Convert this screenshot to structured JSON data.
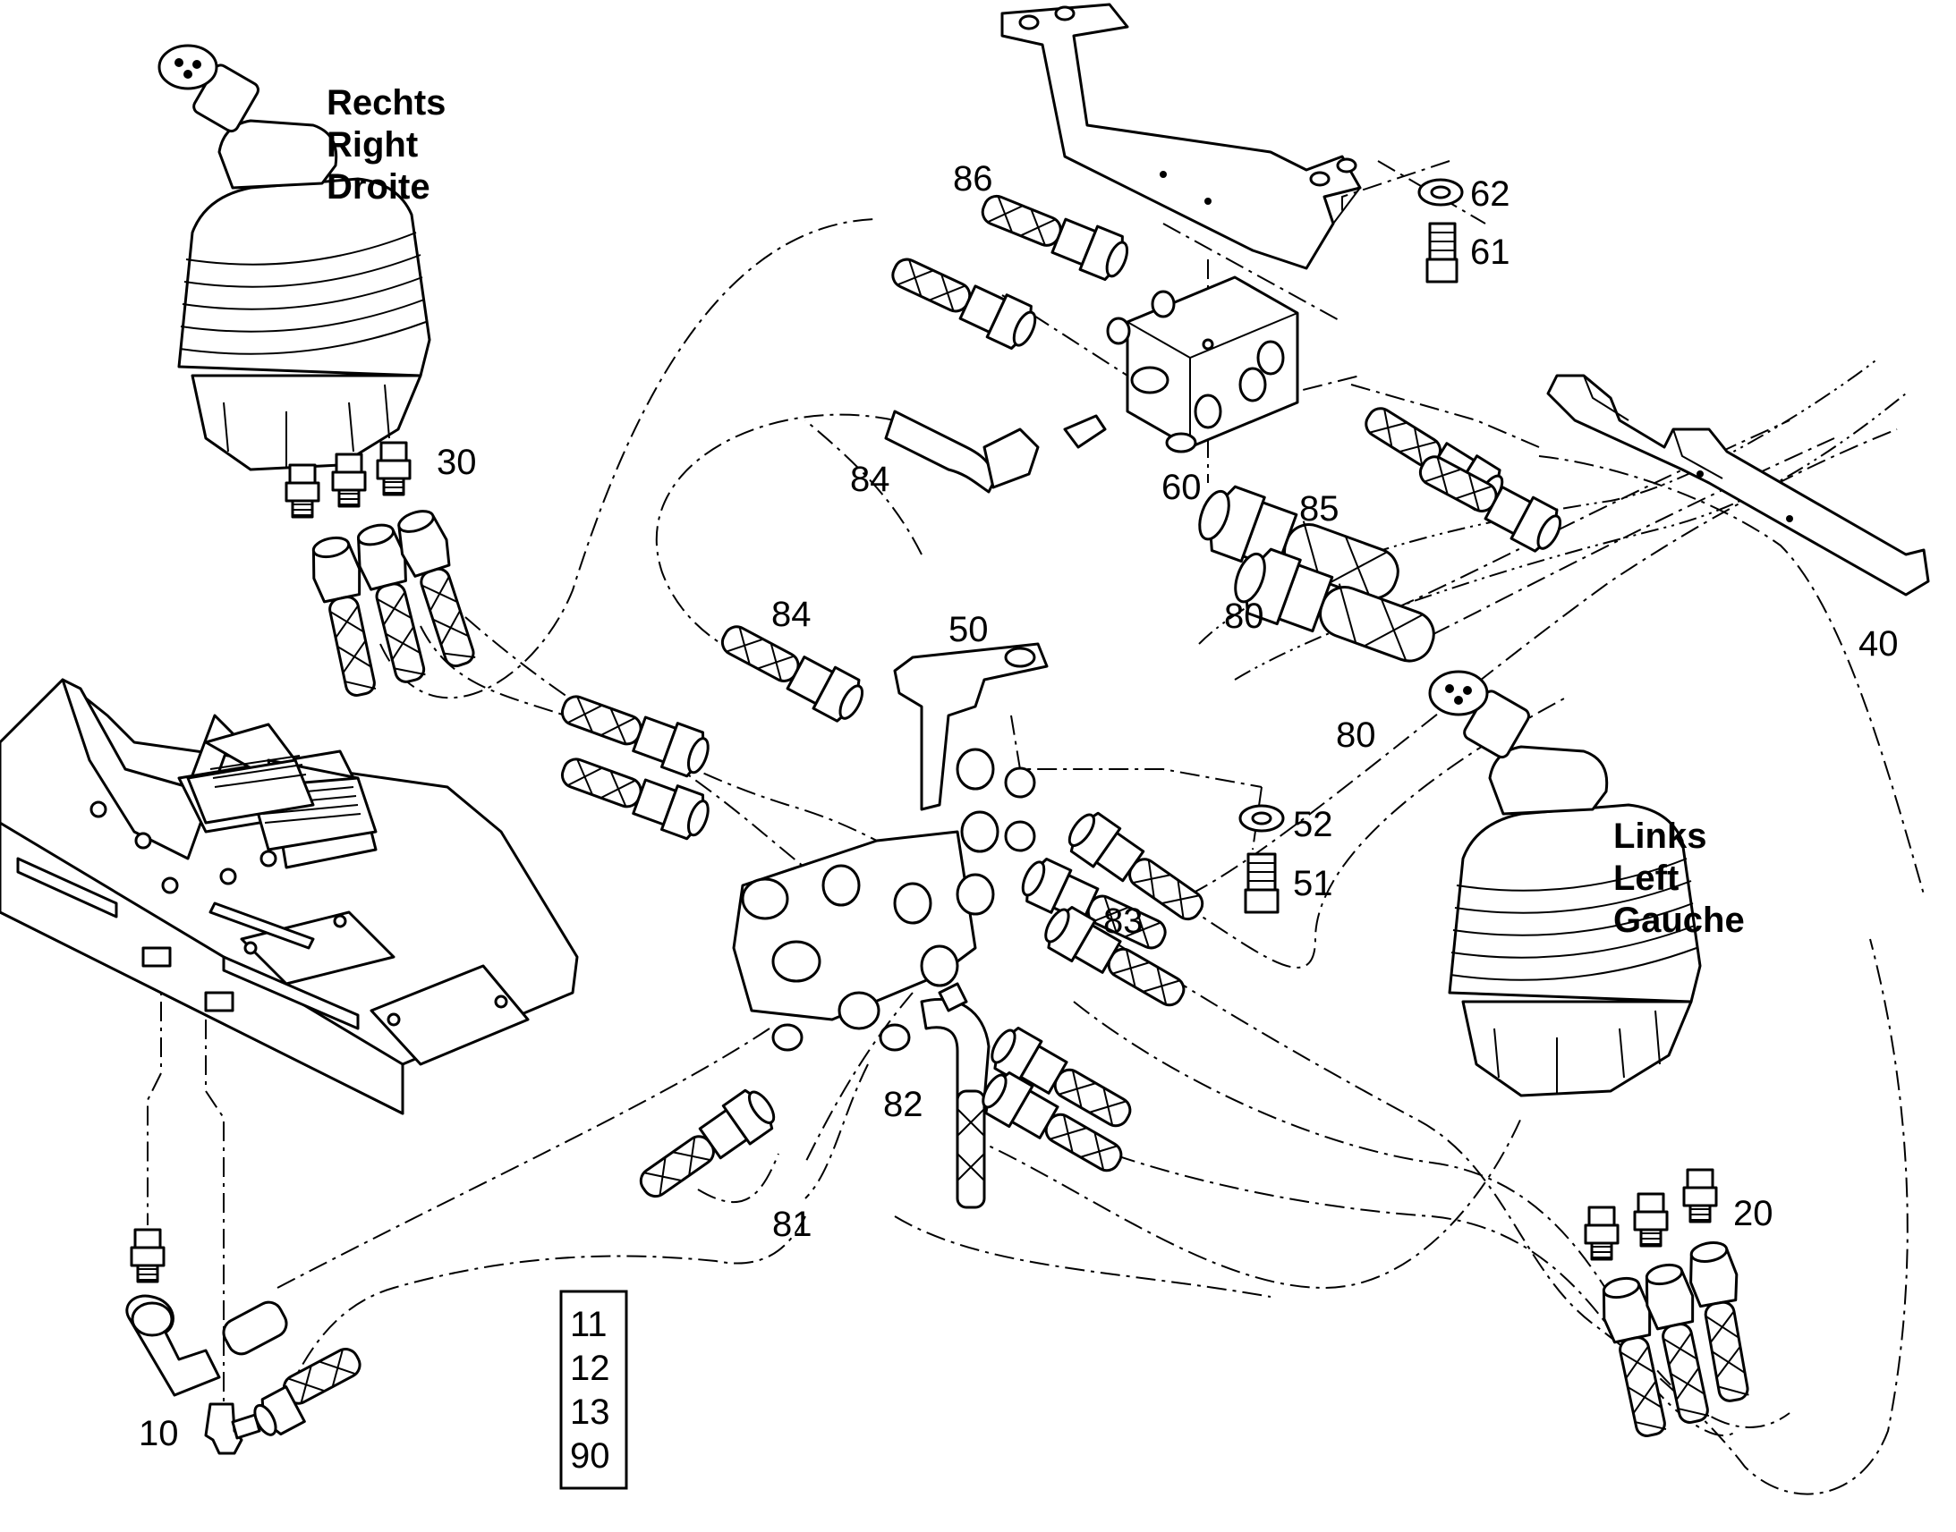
{
  "side_labels": {
    "right": [
      "Rechts",
      "Right",
      "Droite"
    ],
    "left": [
      "Links",
      "Left",
      "Gauche"
    ]
  },
  "callouts": {
    "c10": "10",
    "c20": "20",
    "c30": "30",
    "c40": "40",
    "c50": "50",
    "c51": "51",
    "c52": "52",
    "c60": "60",
    "c61": "61",
    "c62": "62",
    "c80a": "80",
    "c80b": "80",
    "c81": "81",
    "c82": "82",
    "c83": "83",
    "c84a": "84",
    "c84b": "84",
    "c85": "85",
    "c86": "86"
  },
  "kit_box": [
    "11",
    "12",
    "13",
    "90"
  ]
}
